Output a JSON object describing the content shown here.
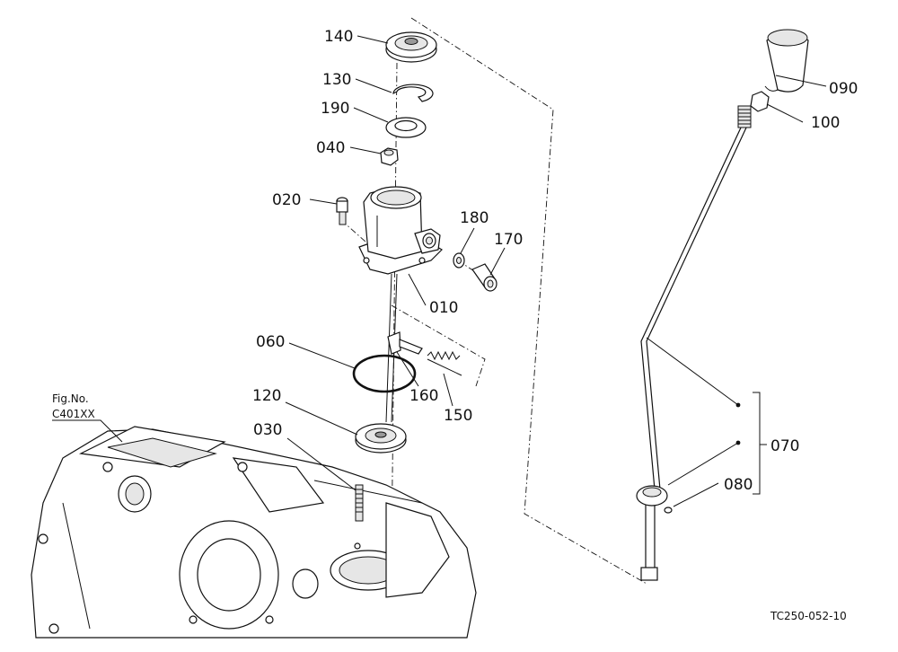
{
  "figure_ref": {
    "label": "Fig.No.",
    "code": "C401XX"
  },
  "drawing_code": "TC250-052-10",
  "callouts": [
    {
      "id": "p140",
      "text": "140"
    },
    {
      "id": "p130",
      "text": "130"
    },
    {
      "id": "p190",
      "text": "190"
    },
    {
      "id": "p040",
      "text": "040"
    },
    {
      "id": "p020",
      "text": "020"
    },
    {
      "id": "p180",
      "text": "180"
    },
    {
      "id": "p170",
      "text": "170"
    },
    {
      "id": "p010",
      "text": "010"
    },
    {
      "id": "p060",
      "text": "060"
    },
    {
      "id": "p160",
      "text": "160"
    },
    {
      "id": "p150",
      "text": "150"
    },
    {
      "id": "p120",
      "text": "120"
    },
    {
      "id": "p030",
      "text": "030"
    },
    {
      "id": "p090",
      "text": "090"
    },
    {
      "id": "p100",
      "text": "100"
    },
    {
      "id": "p070",
      "text": "070"
    },
    {
      "id": "p080",
      "text": "080"
    }
  ]
}
